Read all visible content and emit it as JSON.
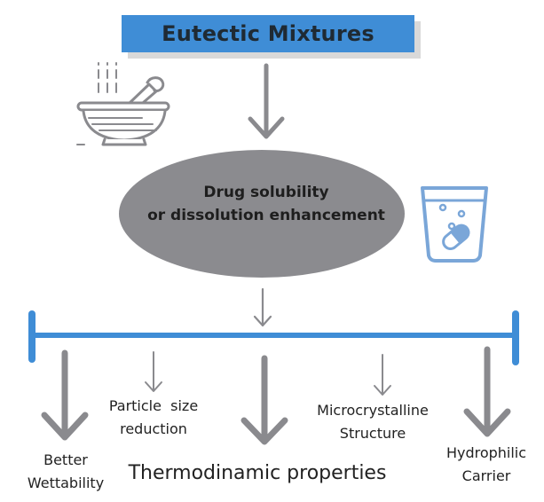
{
  "title": "Eutectic Mixtures",
  "center": {
    "line1": "Drug solubility",
    "line2": "or dissolution enhancement"
  },
  "outcomes": {
    "wettability_1": "Better",
    "wettability_2": "Wettability",
    "particle_1": "Particle  size",
    "particle_2": "reduction",
    "thermo": "Thermodinamic properties",
    "micro_1": "Microcrystalline",
    "micro_2": "Structure",
    "carrier_1": "Hydrophilic",
    "carrier_2": "Carrier"
  },
  "colors": {
    "accent_blue": "#3f8dd6",
    "ellipse_gray": "#8b8b8f",
    "arrow_gray": "#8a8a8e",
    "icon_blue": "#7aa6d8"
  },
  "icons": [
    "mortar-pestle-icon",
    "glass-with-pill-icon"
  ]
}
